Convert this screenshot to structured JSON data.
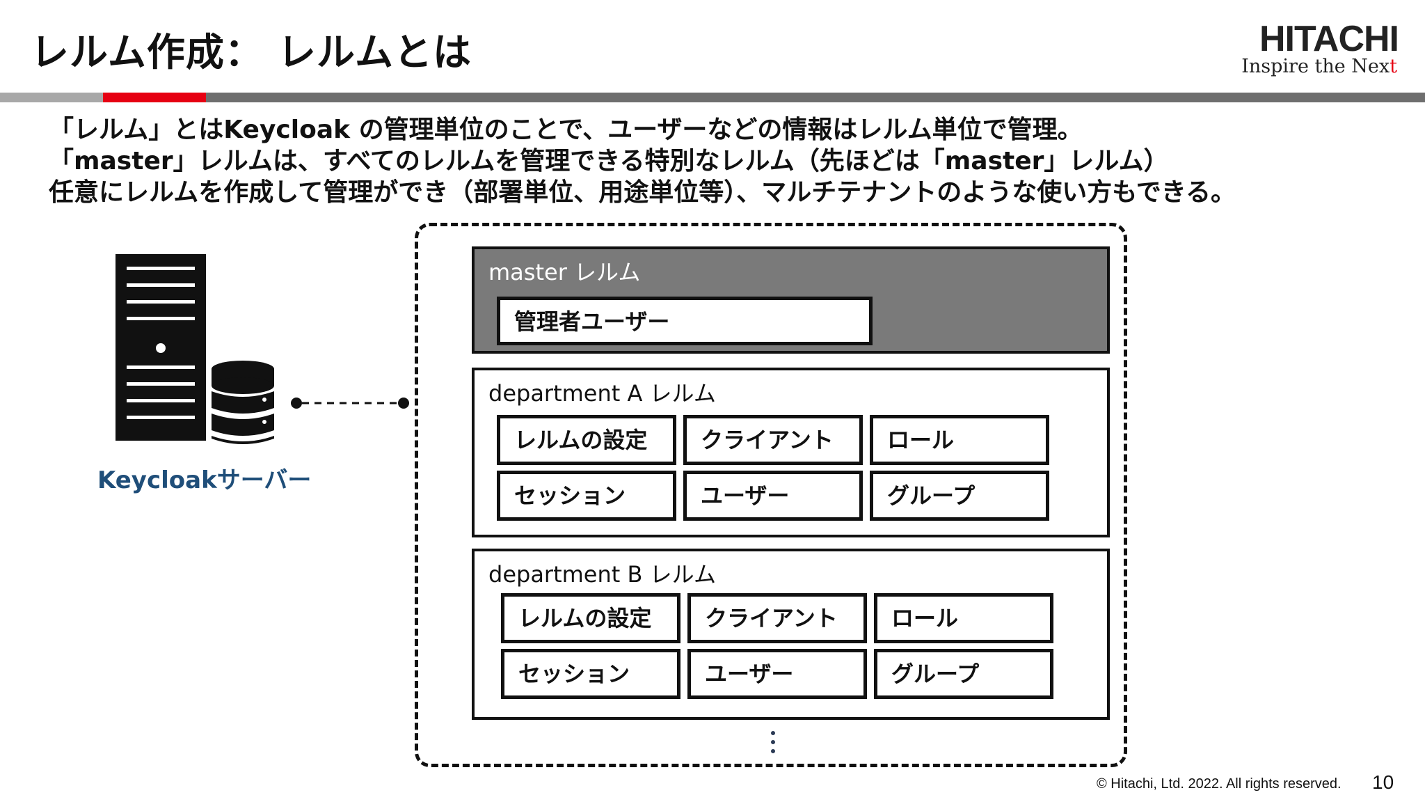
{
  "slide": {
    "title": "レルム作成： レルムとは",
    "logo_brand": "HITACHI",
    "logo_tag_prefix": "Inspire the Nex",
    "logo_tag_suffix": "t",
    "brand_red": "#e60012"
  },
  "body": {
    "line1": "「レルム」とはKeycloak の管理単位のことで、ユーザーなどの情報はレルム単位で管理。",
    "line2": "「master」レルムは、すべてのレルムを管理できる特別なレルム（先ほどは「master」レルム）",
    "line3": "任意にレルムを作成して管理ができ（部署単位、用途単位等）、マルチテナントのような使い方もできる。"
  },
  "diagram": {
    "server_label": "Keycloakサーバー",
    "server_label_color": "#1f4e79",
    "master_realm": {
      "title": "master レルム",
      "admin_user": "管理者ユーザー",
      "fill_color": "#7a7a7a"
    },
    "dept_a": {
      "title": "department A レルム",
      "cells": [
        "レルムの設定",
        "クライアント",
        "ロール",
        "セッション",
        "ユーザー",
        "グループ"
      ]
    },
    "dept_b": {
      "title": "department B レルム",
      "cells": [
        "レルムの設定",
        "クライアント",
        "ロール",
        "セッション",
        "ユーザー",
        "グループ"
      ]
    },
    "more_indicator": "vertical-ellipsis"
  },
  "footer": {
    "copyright": "© Hitachi, Ltd. 2022. All rights reserved.",
    "page_number": "10"
  },
  "icons": [
    "server-rack-icon",
    "database-icon"
  ]
}
